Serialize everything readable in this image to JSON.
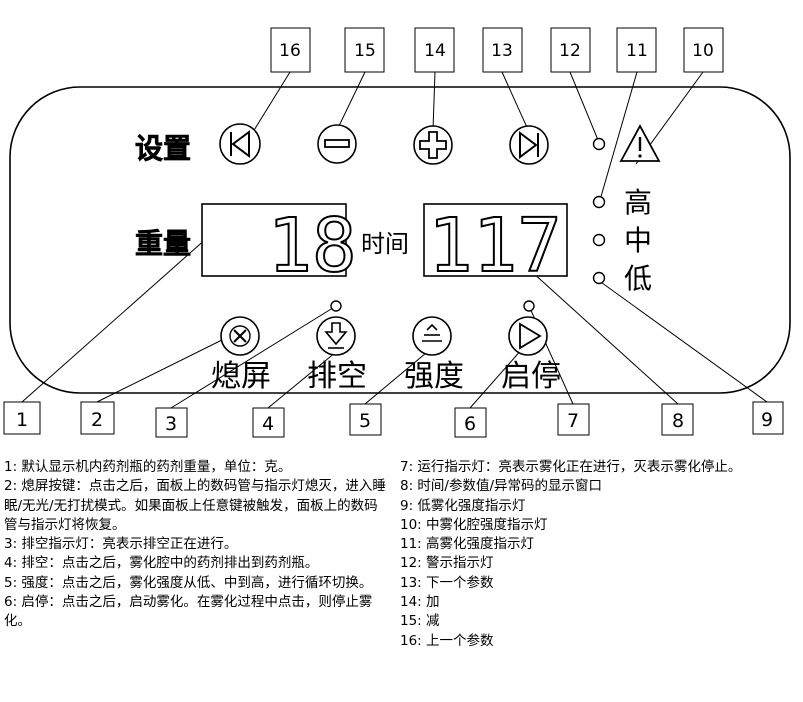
{
  "panel": {
    "settings_label": "设置",
    "weight_label": "重量",
    "time_label": "时间",
    "weight_display": "18",
    "time_display": "117",
    "level_high": "高",
    "level_mid": "中",
    "level_low": "低",
    "btn_screen_off": "熄屏",
    "btn_drain": "排空",
    "btn_intensity": "强度",
    "btn_start_stop": "启停"
  },
  "callouts": [
    "1",
    "2",
    "3",
    "4",
    "5",
    "6",
    "7",
    "8",
    "9",
    "10",
    "11",
    "12",
    "13",
    "14",
    "15",
    "16"
  ],
  "legend_left": [
    "1:  默认显示机内药剂瓶的药剂重量，单位：克。",
    "2:  熄屏按键：点击之后，面板上的数码管与指示灯熄灭，进入睡眠/无光/无打扰模式。如果面板上任意键被触发，面板上的数码管与指示灯将恢复。",
    "3:  排空指示灯：亮表示排空正在进行。",
    "4:  排空：点击之后，雾化腔中的药剂排出到药剂瓶。",
    "5:  强度：点击之后，雾化强度从低、中到高，进行循环切换。",
    "6:  启停：点击之后，启动雾化。在雾化过程中点击，则停止雾化。"
  ],
  "legend_right": [
    "7:  运行指示灯：亮表示雾化正在进行，灭表示雾化停止。",
    "8:  时间/参数值/异常码的显示窗口",
    "9:  低雾化强度指示灯",
    "10:  中雾化腔强度指示灯",
    "11:  高雾化强度指示灯",
    "12:  警示指示灯",
    "13:  下一个参数",
    "14:  加",
    "15:  减",
    "16:  上一个参数"
  ]
}
